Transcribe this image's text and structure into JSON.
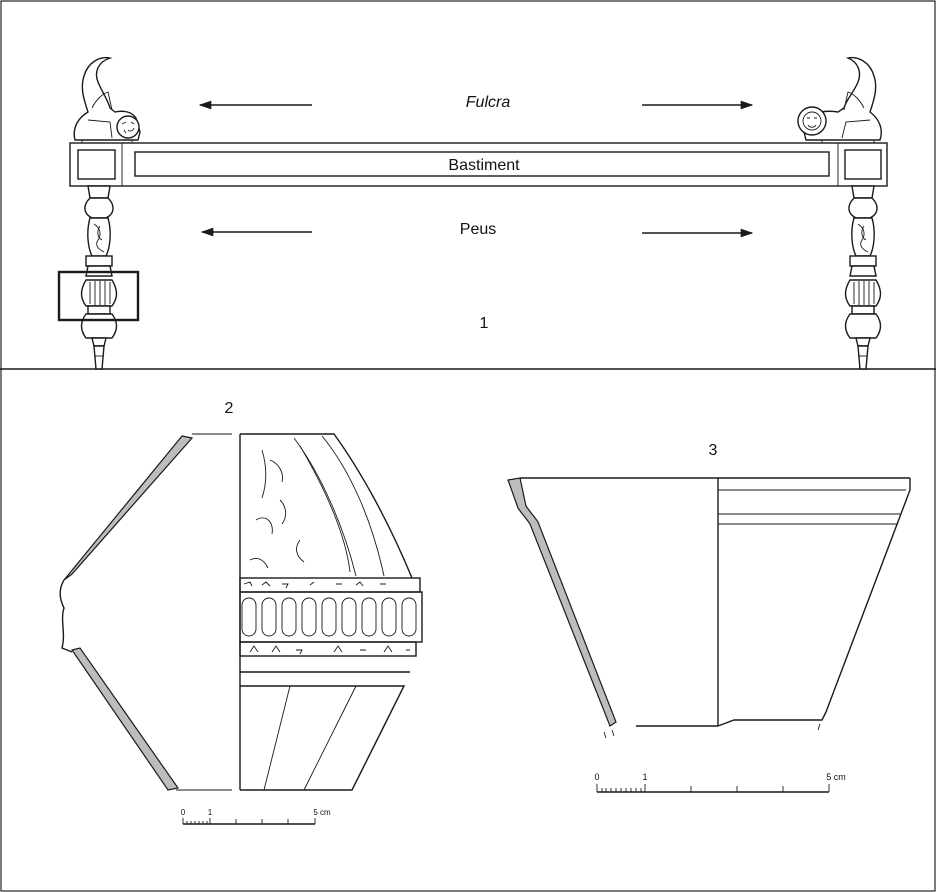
{
  "labels": {
    "fulcra": "Fulcra",
    "bastiment": "Bastiment",
    "peus": "Peus",
    "fig1": "1",
    "fig2": "2",
    "fig3": "3"
  },
  "scale_bars": [
    {
      "id": "scale-2",
      "ticks": [
        "0",
        "1",
        "5 cm"
      ]
    },
    {
      "id": "scale-3",
      "ticks": [
        "0",
        "1",
        "5 cm"
      ]
    }
  ],
  "colors": {
    "line": "#1a1a1a",
    "section_fill": "#bdbdbd",
    "background": "#ffffff"
  }
}
